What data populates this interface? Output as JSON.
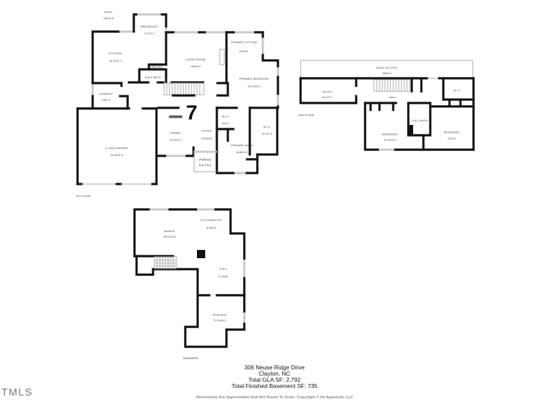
{
  "floors": {
    "first": {
      "label": "1ST FLOOR",
      "rooms": [
        {
          "name": "DECK",
          "dims": "16X11.6"
        },
        {
          "name": "BREAKFAST",
          "dims": "9.1X7.4"
        },
        {
          "name": "KITCHEN",
          "dims": "14.1X11.7"
        },
        {
          "name": "PANTRY",
          "dims": ""
        },
        {
          "name": "HALF BATH",
          "dims": ""
        },
        {
          "name": "LIVING ROOM",
          "dims": "15X14.9"
        },
        {
          "name": "PRIMARY SITTING",
          "dims": "10X8.3"
        },
        {
          "name": "PRIMARY BEDROOM",
          "dims": "15.1X16.2"
        },
        {
          "name": "LAUNDRY",
          "dims": "7.8X7.1"
        },
        {
          "name": "2-CAR GARAGE",
          "dims": "21.3X21.5"
        },
        {
          "name": "DINING",
          "dims": "11.4X12.7"
        },
        {
          "name": "FOYER",
          "dims": "12.6X8.3"
        },
        {
          "name": "PORCH",
          "dims": "6.6 X 6.1"
        },
        {
          "name": "W.I.C",
          "dims": "6X1.2"
        },
        {
          "name": "W.I.C",
          "dims": "11.1X7.5"
        },
        {
          "name": "PRIMARY BATH",
          "dims": "18.8X11.1"
        }
      ],
      "marker": "7"
    },
    "second": {
      "label": "2ND FLOOR",
      "rooms": [
        {
          "name": "WALK-IN ATTIC",
          "dims": "55X1.4"
        },
        {
          "name": "STUDY",
          "dims": "16.1X7.1"
        },
        {
          "name": "HALL",
          "dims": ""
        },
        {
          "name": "W.I.C",
          "dims": ""
        },
        {
          "name": "FULL BATH",
          "dims": ""
        },
        {
          "name": "BEDROOM",
          "dims": "11.9X11.5"
        },
        {
          "name": "BEDROOM",
          "dims": "12X12"
        }
      ]
    },
    "basement": {
      "label": "BASEMENT",
      "rooms": [
        {
          "name": "BONUS",
          "dims": "18.1X16.9"
        },
        {
          "name": "KITCHENETTE",
          "dims": "8.5X6.6"
        },
        {
          "name": "FLEX",
          "dims": "17.5X14"
        },
        {
          "name": "STORAGE",
          "dims": "17.1X25.1"
        }
      ]
    }
  },
  "summary": {
    "address": "306 Neuse Ridge Drive",
    "city": "Clayton, NC",
    "gla": "Total GLA SF: 2,792",
    "basement": "Total Finished Basement SF: 735"
  },
  "footer": {
    "disclaimer": "Dimensions Are Approximate And Not Drawn To Scale. Copyright © Kb Appraisal, LLC",
    "watermark": "TMLS"
  }
}
